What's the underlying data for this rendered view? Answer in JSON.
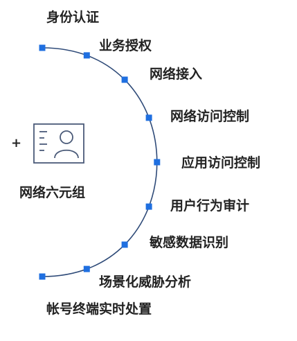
{
  "accent_color": "#1f6fe0",
  "line_color": "#2e4a78",
  "center": {
    "plus": "+",
    "icon": "id-card-icon",
    "label": "网络六元组"
  },
  "steps": [
    "身份认证",
    "业务授权",
    "网络接入",
    "网络访问控制",
    "应用访问控制",
    "用户行为审计",
    "敏感数据识别",
    "场景化威胁分析",
    "帐号终端实时处置"
  ]
}
